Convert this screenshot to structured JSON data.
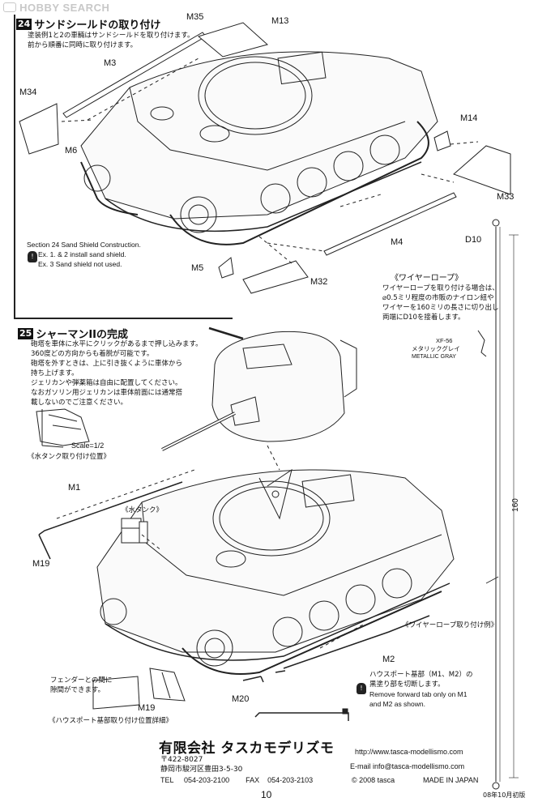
{
  "watermark": "HOBBY SEARCH",
  "step24": {
    "number": "24",
    "title": "サンドシールドの取り付け",
    "note_jp": [
      "塗装例1と2の車輛はサンドシールドを取り付けます。",
      "前から順番に同時に取り付けます。"
    ],
    "note_en_title": "Section 24 Sand Shield Construction.",
    "note_en": [
      "Ex. 1. & 2 install sand shield.",
      "Ex. 3 Sand shield not used."
    ]
  },
  "step25": {
    "number": "25",
    "title": "シャーマンIIの完成",
    "notes": [
      "砲塔を車体に水平にクリックがあるまで押し込みます。",
      "360度どの方向からも着脱が可能です。",
      "砲塔を外すときは、上に引き抜くように車体から",
      "持ち上げます。",
      "ジェリカンや弾薬箱は自由に配置してください。",
      "なおガソリン用ジェリカンは車体前面には通常搭",
      "載しないのでご注意ください。"
    ]
  },
  "parts": {
    "m35": "M35",
    "m13": "M13",
    "m3": "M3",
    "m34": "M34",
    "m6": "M6",
    "m14": "M14",
    "m33": "M33",
    "m4": "M4",
    "m5": "M5",
    "m32": "M32",
    "d10": "D10",
    "m1": "M1",
    "m19a": "M19",
    "m19b": "M19",
    "m2": "M2",
    "m20": "M20"
  },
  "wire": {
    "title": "《ワイヤーロープ》",
    "lines": [
      "ワイヤーロープを取り付ける場合は、",
      "⌀0.5ミリ程度の市販のナイロン紐や",
      "ワイヤーを160ミリの長さに切り出し",
      "両端にD10を接着します。"
    ],
    "paint_code": "XF-56",
    "paint_jp": "メタリックグレイ",
    "paint_en": "METALLIC GRAY",
    "length": "160"
  },
  "water_tank": {
    "scale": "Scale=1/2",
    "caption": "《水タンク取り付け位置》",
    "label": "《水タンク》"
  },
  "wire_example": "《ワイヤーロープ取り付け例》",
  "fender_note": [
    "フェンダーとの間に",
    "隙間ができます。"
  ],
  "housport_caption": "《ハウスポート基部取り付け位置詳細》",
  "housport_note": {
    "jp": [
      "ハウスポート基部（M1、M2）の",
      "黒塗り部を切断します。"
    ],
    "en": [
      "Remove forward tab only on M1",
      "and M2 as shown."
    ]
  },
  "company": {
    "name": "有限会社 タスカモデリズモ",
    "postal": "〒422-8027",
    "address": "静岡市駿河区豊田3-5-30",
    "tel_label": "TEL",
    "tel": "054-203-2100",
    "fax_label": "FAX",
    "fax": "054-203-2103",
    "web": "http://www.tasca-modellismo.com",
    "email": "E-mail info@tasca-modellismo.com",
    "copyright": "© 2008 tasca",
    "made_in": "MADE IN JAPAN"
  },
  "page_number": "10",
  "edition": "08年10月初版"
}
